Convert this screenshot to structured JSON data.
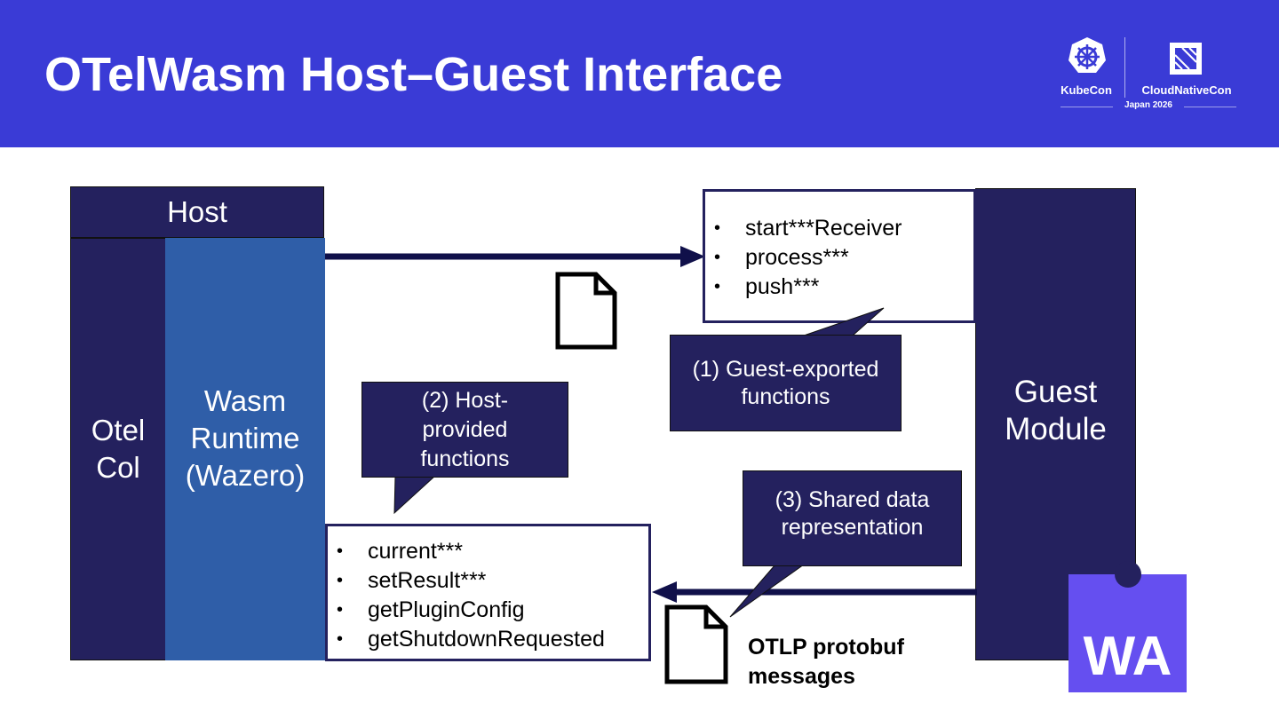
{
  "header": {
    "title": "OTelWasm Host–Guest Interface",
    "logos": {
      "kubecon": "KubeCon",
      "cncf": "CloudNativeCon",
      "event": "Japan 2026"
    },
    "colors": {
      "band": "#3a3bd6"
    }
  },
  "diagram": {
    "host_label": "Host",
    "otel_label": [
      "Otel",
      "Col"
    ],
    "runtime_label": [
      "Wasm",
      "Runtime",
      "(Wazero)"
    ],
    "guest_label": [
      "Guest",
      "Module"
    ],
    "guest_exports": [
      "start***Receiver",
      "process***",
      "push***"
    ],
    "host_functions": [
      "current***",
      "setResult***",
      "getPluginConfig",
      "getShutdownRequested"
    ],
    "callout_guest": [
      "(1) Guest-exported",
      "functions"
    ],
    "callout_host": [
      "(2) Host-",
      "provided",
      "functions"
    ],
    "callout_shared": [
      "(3) Shared data",
      "representation"
    ],
    "messages_label": [
      "OTLP protobuf",
      "messages"
    ],
    "wasm_badge": "WA",
    "colors": {
      "navy": "#24215e",
      "runtime_blue": "#2f5ea8",
      "wasm_purple": "#654ff0"
    }
  }
}
